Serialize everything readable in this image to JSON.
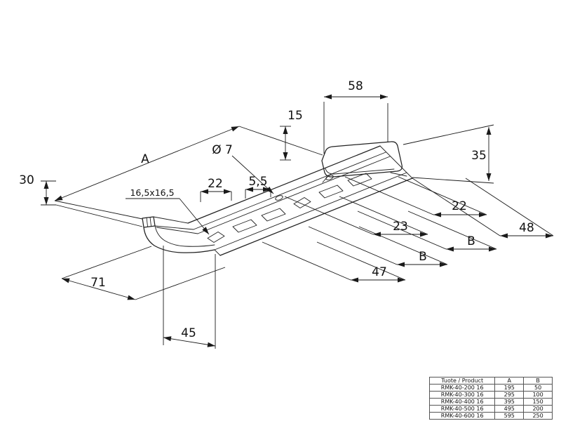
{
  "drawing": {
    "labels": {
      "d58": "58",
      "d15": "15",
      "d35": "35",
      "dia7": "Ø 7",
      "A": "A",
      "d30": "30",
      "slot": "16,5x16,5",
      "d22a": "22",
      "d55": "5,5",
      "d22b": "22",
      "d23": "23",
      "d48": "48",
      "Bu": "B",
      "Bl": "B",
      "d47": "47",
      "d71": "71",
      "d45": "45"
    },
    "line_color": "#1a1a1a"
  },
  "table": {
    "headers": [
      "Tuote / Product",
      "A",
      "B"
    ],
    "rows": [
      [
        "RMK-40-200 16",
        "195",
        "50"
      ],
      [
        "RMK-40-300 16",
        "295",
        "100"
      ],
      [
        "RMK-40-400 16",
        "395",
        "150"
      ],
      [
        "RMK-40-500 16",
        "495",
        "200"
      ],
      [
        "RMK-40-600 16",
        "595",
        "250"
      ]
    ]
  }
}
